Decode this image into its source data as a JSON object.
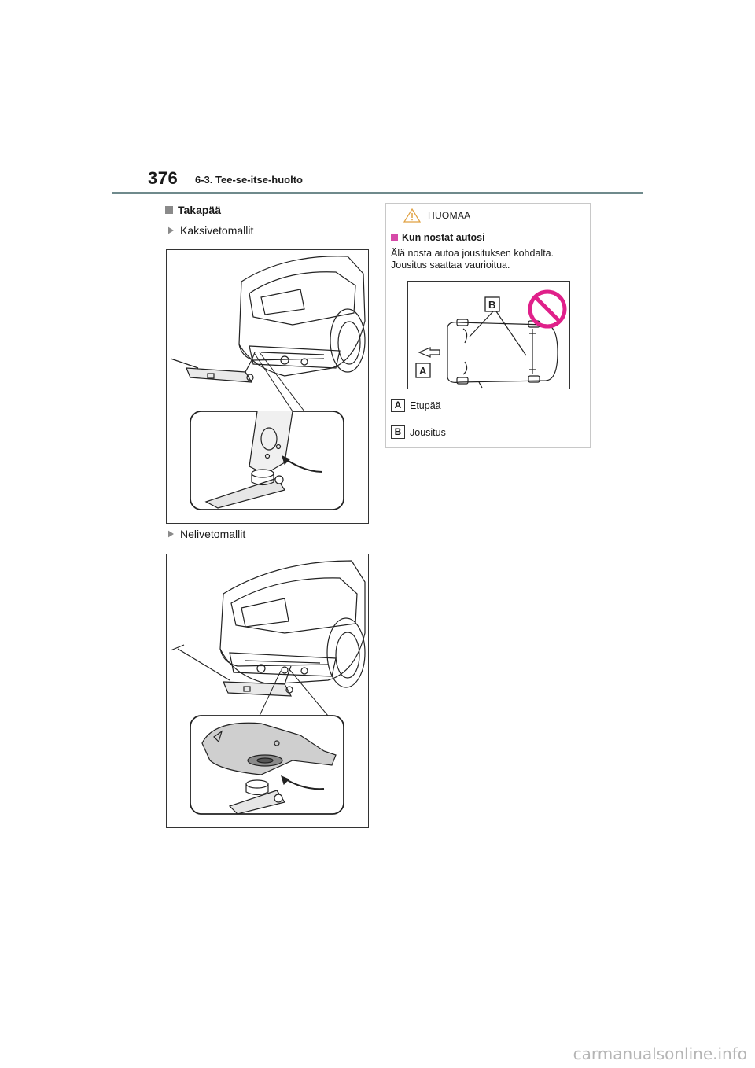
{
  "header": {
    "page_number": "376",
    "chapter": "6-3. Tee-se-itse-huolto"
  },
  "section": {
    "title": "Takapää",
    "bullet_1": "Kaksivetomallit",
    "bullet_2": "Nelivetomallit"
  },
  "caution": {
    "title": "HUOMAA",
    "heading": "Kun nostat autosi",
    "text": "Älä nosta autoa jousituksen kohdalta. Jousitus saattaa vaurioitua.",
    "label_a": "A",
    "label_a_text": "Etupää",
    "label_b": "B",
    "label_b_text": "Jousitus"
  },
  "watermark": "carmanualsonline.info",
  "colors": {
    "rule": "#6f8a8c",
    "bullet_gray": "#8a8a8a",
    "caution_magenta": "#d64aa8",
    "prohibit_magenta": "#e0208a"
  }
}
